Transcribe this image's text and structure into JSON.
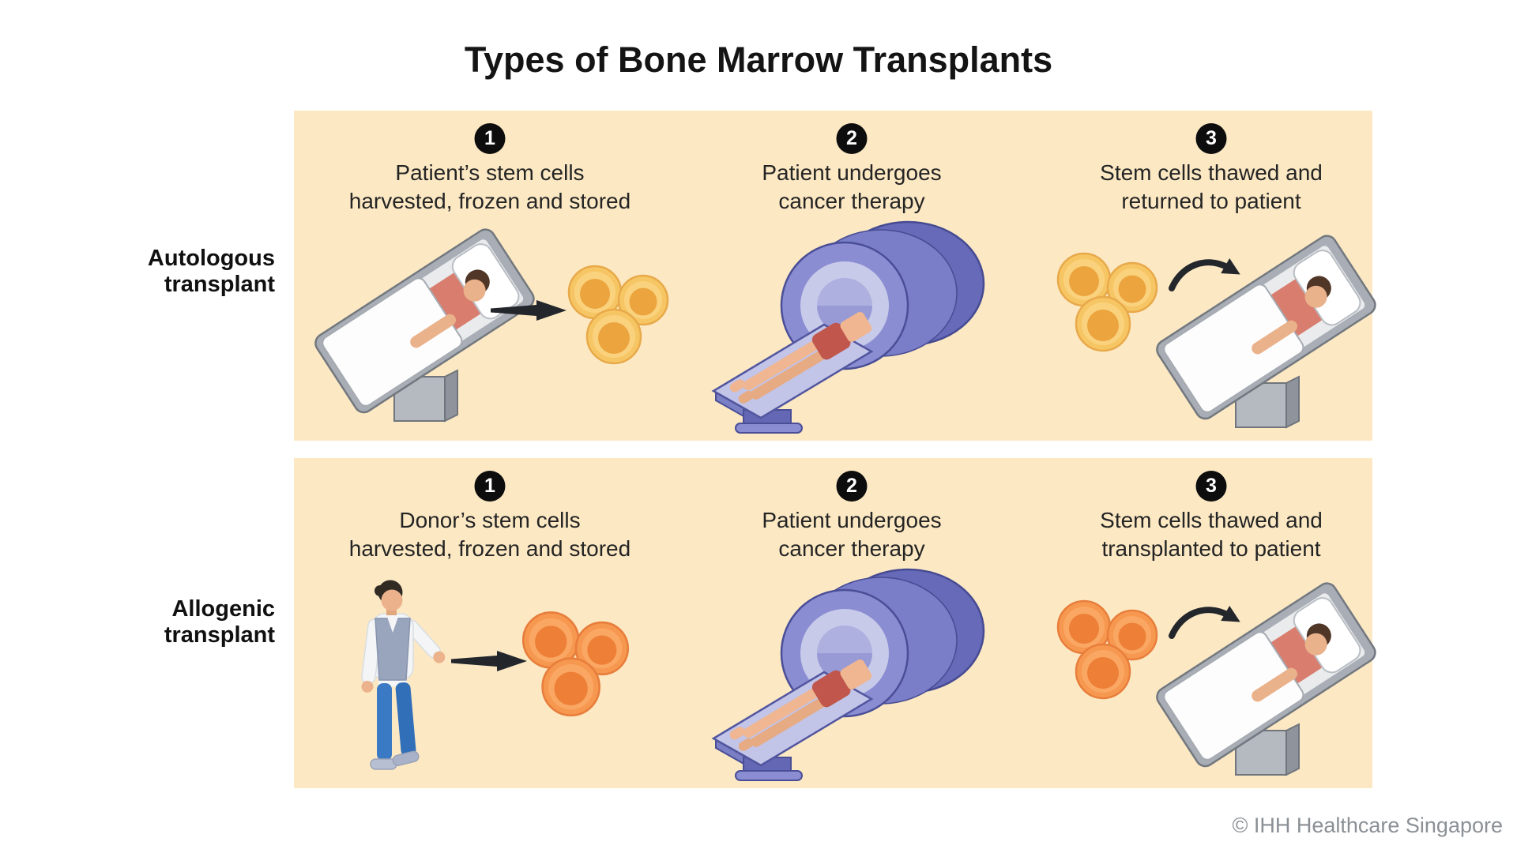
{
  "page": {
    "title": "Types of Bone Marrow Transplants",
    "footer": "© IHH Healthcare Singapore"
  },
  "colors": {
    "panel_bg": "#FCE9C4",
    "badge_bg": "#0D0D0D",
    "badge_text": "#FFFFFF",
    "step_text": "#242424",
    "footer_text": "#8A9095",
    "cell_yellow": "#F7C664",
    "cell_yellow_nucleus": "#ECA43E",
    "cell_orange": "#F79850",
    "cell_orange_nucleus": "#ED7F36",
    "mri_purple": "#7A7EC8",
    "bed_gray": "#A9AEB6",
    "shirt_salmon": "#D97D6E",
    "jeans_blue": "#3A79C3",
    "arrow_black": "#23262B"
  },
  "rows": [
    {
      "label_line1": "Autologous",
      "label_line2": "transplant",
      "cell_variant": "yellow",
      "steps": [
        {
          "number": "1",
          "line1": "Patient’s stem cells",
          "line2": "harvested, frozen and stored",
          "illustration": "patient-on-bed-arrow-to-stem-cells"
        },
        {
          "number": "2",
          "line1": "Patient undergoes",
          "line2": "cancer therapy",
          "illustration": "mri-scanner-with-patient"
        },
        {
          "number": "3",
          "line1": "Stem cells thawed and",
          "line2": "returned to patient",
          "illustration": "stem-cells-curved-arrow-to-patient-bed"
        }
      ]
    },
    {
      "label_line1": "Allogenic",
      "label_line2": "transplant",
      "cell_variant": "orange",
      "steps": [
        {
          "number": "1",
          "line1": "Donor’s stem cells",
          "line2": "harvested, frozen and stored",
          "illustration": "standing-donor-arrow-to-stem-cells"
        },
        {
          "number": "2",
          "line1": "Patient undergoes",
          "line2": "cancer therapy",
          "illustration": "mri-scanner-with-patient"
        },
        {
          "number": "3",
          "line1": "Stem cells thawed and",
          "line2": "transplanted to patient",
          "illustration": "stem-cells-curved-arrow-to-patient-bed"
        }
      ]
    }
  ]
}
